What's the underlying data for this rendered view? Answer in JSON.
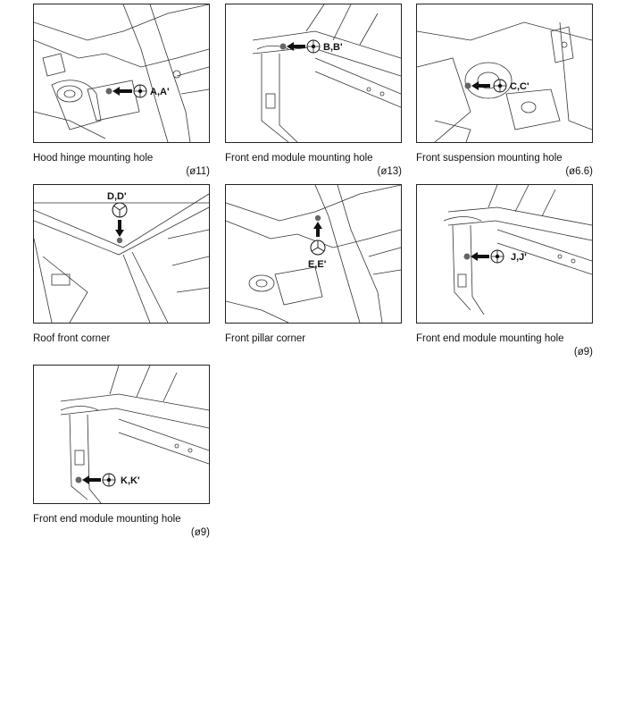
{
  "panels": [
    {
      "caption": "Hood hinge mounting hole",
      "size": "(ø11)",
      "label": "A,A'"
    },
    {
      "caption": "Front end module mounting hole",
      "size": "(ø13)",
      "label": "B,B'"
    },
    {
      "caption": "Front suspension mounting hole",
      "size": "(ø6.6)",
      "label": "C,C'"
    },
    {
      "caption": "Roof front corner",
      "size": "",
      "label": "D,D'"
    },
    {
      "caption": "Front pillar corner",
      "size": "",
      "label": "E,E'"
    },
    {
      "caption": "Front end module mounting hole",
      "size": "(ø9)",
      "label": "J,J'"
    },
    {
      "caption": "Front end module mounting hole",
      "size": "(ø9)",
      "label": "K,K'"
    }
  ]
}
